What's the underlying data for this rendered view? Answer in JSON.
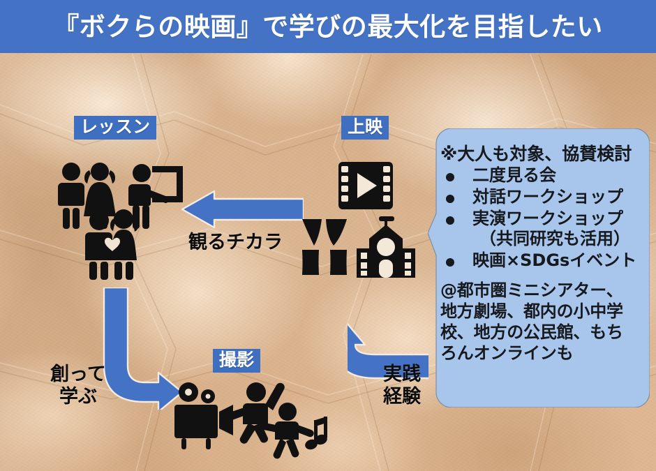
{
  "header": {
    "title": "『ボクらの映画』で学びの最大化を目指したい",
    "bg_color": "#4472C4",
    "text_color": "#FFFFFF"
  },
  "canvas": {
    "background": "kraft-paper-texture",
    "paper_color": "#DFB891",
    "accent_blue": "#4472C4",
    "callout_blue": "#A8C5EC"
  },
  "cycle": {
    "stages": [
      {
        "id": "lesson",
        "label": "レッスン",
        "icons": [
          "boy-icon",
          "girl-icon",
          "teacher-with-board-icon",
          "couple-icon"
        ]
      },
      {
        "id": "screening",
        "label": "上映",
        "icons": [
          "film-strip-play-icon",
          "theater-curtain-icon",
          "cinema-building-icon"
        ]
      },
      {
        "id": "shooting",
        "label": "撮影",
        "icons": [
          "movie-camera-icon",
          "jumping-person-icon",
          "dancing-person-icon",
          "music-note-icon"
        ]
      }
    ],
    "arrows": [
      {
        "id": "screening-to-lesson",
        "label": "観るチカラ",
        "direction": "left"
      },
      {
        "id": "lesson-to-shooting",
        "label": "創って\n学ぶ",
        "label_line1": "創って",
        "label_line2": "学ぶ",
        "direction": "down-right"
      },
      {
        "id": "shooting-to-screening",
        "label": "実践\n経験",
        "label_line1": "実践",
        "label_line2": "経験",
        "direction": "up"
      }
    ]
  },
  "callout": {
    "heading": "※大人も対象、協賛検討",
    "items": [
      {
        "text": "二度見る会",
        "sub": ""
      },
      {
        "text": "対話ワークショップ",
        "sub": ""
      },
      {
        "text": "実演ワークショップ",
        "sub": "（共同研究も活用）"
      },
      {
        "text": "映画×SDGsイベント",
        "sub": ""
      }
    ],
    "note": "@都市圏ミニシアター、地方劇場、都内の小中学校、地方の公民館、もちろんオンラインも",
    "note_lines": [
      "@都市圏ミニシアター、",
      "地方劇場、都内の小中学",
      "校、地方の公民館、もち",
      "ろんオンラインも"
    ],
    "bg_color": "#A8C5EC"
  }
}
